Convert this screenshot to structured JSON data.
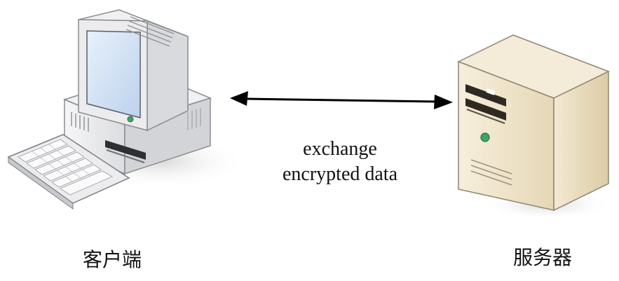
{
  "diagram": {
    "arrow_label_line1": "exchange",
    "arrow_label_line2": "encrypted data",
    "client_label": "客户端",
    "server_label": "服务器"
  },
  "icons": {
    "client": "desktop-computer-icon",
    "server": "tower-server-icon",
    "arrow": "double-headed-arrow"
  },
  "colors": {
    "arrow": "#000000",
    "client_body": "#e9eaec",
    "client_screen": "#cfe0f4",
    "server_body": "#efe4cc",
    "led": "#3fa46a"
  }
}
